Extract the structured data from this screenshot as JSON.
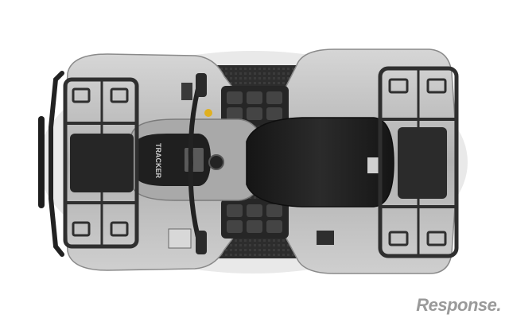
{
  "photo": {
    "subject": "ATV top view",
    "body_color": "#b9b9b9",
    "frame_color": "#3a3a3a",
    "seat_color": "#1c1c1c",
    "accent_color": "#e0b020",
    "background_color": "#ffffff"
  },
  "branding": {
    "fender_text": "TRACKER",
    "watermark": "Response."
  }
}
